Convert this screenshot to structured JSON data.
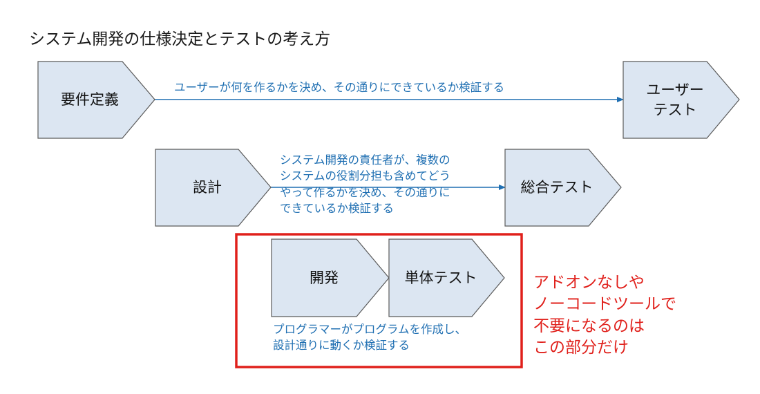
{
  "title": "システム開発の仕様決定とテストの考え方",
  "shapes": {
    "requirements": "要件定義",
    "user_test": [
      "ユーザー",
      "テスト"
    ],
    "design": "設計",
    "integration_test": "総合テスト",
    "development": "開発",
    "unit_test": "単体テスト"
  },
  "notes": {
    "user_flow": "ユーザーが何を作るかを決め、その通りにできているか検証する",
    "design_flow": [
      "システム開発の責任者が、複数の",
      "システムの役割分担も含めてどう",
      "やって作るかを決め、その通りに",
      "できているか検証する"
    ],
    "dev_flow": [
      "プログラマーがプログラムを作成し、",
      "設計通りに動くか検証する"
    ]
  },
  "callout": [
    "アドオンなしや",
    "ノーコードツールで",
    "不要になるのは",
    "この部分だけ"
  ],
  "colors": {
    "shape_fill": "#dce6f2",
    "shape_stroke": "#5a5a5a",
    "arrow": "#1f6fb2",
    "highlight_box": "#e0201b",
    "callout_text": "#e0201b"
  }
}
